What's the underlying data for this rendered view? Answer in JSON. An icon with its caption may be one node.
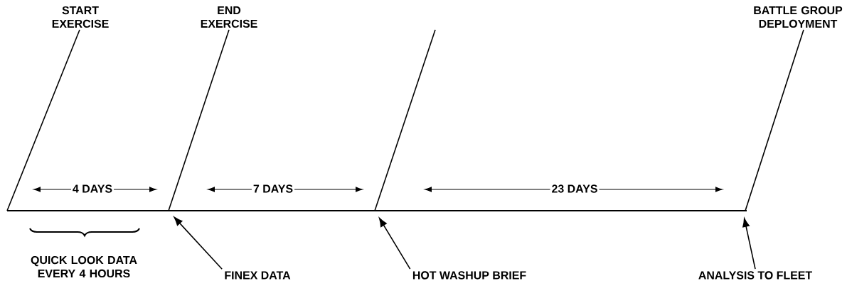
{
  "diagram": {
    "nodes": [
      {
        "text": [
          "FINEX DATA"
        ]
      },
      {
        "text": [
          "HOT WASHUP BRIEF"
        ]
      },
      {
        "text": [
          "ANALYSIS TO FLEET"
        ]
      }
    ],
    "edges": [
      {
        "from": 0,
        "to": null,
        "arrow": "to"
      },
      {
        "from": 1,
        "to": null,
        "arrow": "to"
      },
      {
        "from": 2,
        "to": null,
        "arrow": "to"
      }
    ],
    "labels": [
      "START EXERCISE",
      "END EXERCISE",
      "BATTLE GROUP DEPLOYMENT",
      "4 DAYS",
      "7 DAYS",
      "23 DAYS",
      "QUICK LOOK DATA EVERY 4 HOURS"
    ]
  }
}
